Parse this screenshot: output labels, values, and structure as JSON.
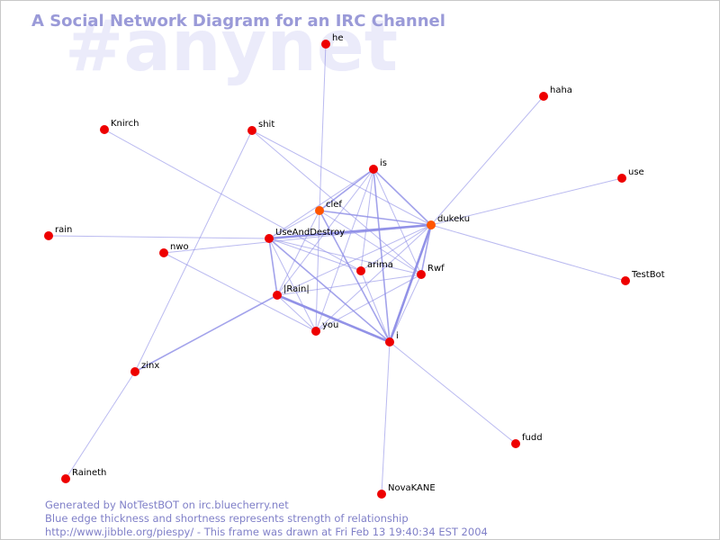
{
  "watermark": "#anynet",
  "title": "A Social Network Diagram for an IRC Channel",
  "footer": {
    "line1": "Generated by NotTestBOT on irc.bluecherry.net",
    "line2": "Blue edge thickness and shortness represents strength of relationship",
    "line3": "http://www.jibble.org/piespy/ - This frame was drawn at Fri Feb 13 19:40:34 EST 2004"
  },
  "colors": {
    "edge": "#8c8ce6",
    "node": "#ee0000",
    "node_active": "#ff5500",
    "title": "#9a9ad8",
    "watermark": "#ebebfa"
  },
  "nodes": [
    {
      "id": "he",
      "label": "he"
    },
    {
      "id": "haha",
      "label": "haha"
    },
    {
      "id": "Knirch",
      "label": "Knirch"
    },
    {
      "id": "shit",
      "label": "shit"
    },
    {
      "id": "is",
      "label": "is"
    },
    {
      "id": "use",
      "label": "use"
    },
    {
      "id": "clef",
      "label": "clef"
    },
    {
      "id": "dukeku",
      "label": "dukeku"
    },
    {
      "id": "rain",
      "label": "rain"
    },
    {
      "id": "UseAndDestroy",
      "label": "UseAndDestroy"
    },
    {
      "id": "nwo",
      "label": "nwo"
    },
    {
      "id": "arima",
      "label": "arima"
    },
    {
      "id": "Rwf",
      "label": "Rwf"
    },
    {
      "id": "TestBot",
      "label": "TestBot"
    },
    {
      "id": "Rain",
      "label": "|Rain|"
    },
    {
      "id": "you",
      "label": "you"
    },
    {
      "id": "i",
      "label": "i"
    },
    {
      "id": "zinx",
      "label": "zinx"
    },
    {
      "id": "fudd",
      "label": "fudd"
    },
    {
      "id": "Raineth",
      "label": "Raineth"
    },
    {
      "id": "NovaKANE",
      "label": "NovaKANE"
    }
  ],
  "edges": [
    {
      "source": "he",
      "target": "clef",
      "weight": 1
    },
    {
      "source": "haha",
      "target": "dukeku",
      "weight": 1
    },
    {
      "source": "Knirch",
      "target": "arima",
      "weight": 1
    },
    {
      "source": "shit",
      "target": "zinx",
      "weight": 1
    },
    {
      "source": "shit",
      "target": "dukeku",
      "weight": 1
    },
    {
      "source": "shit",
      "target": "Rwf",
      "weight": 1
    },
    {
      "source": "use",
      "target": "dukeku",
      "weight": 1
    },
    {
      "source": "TestBot",
      "target": "dukeku",
      "weight": 1
    },
    {
      "source": "rain",
      "target": "UseAndDestroy",
      "weight": 1
    },
    {
      "source": "nwo",
      "target": "dukeku",
      "weight": 1
    },
    {
      "source": "nwo",
      "target": "you",
      "weight": 1
    },
    {
      "source": "zinx",
      "target": "Raineth",
      "weight": 1
    },
    {
      "source": "zinx",
      "target": "Rain",
      "weight": 2
    },
    {
      "source": "fudd",
      "target": "i",
      "weight": 1
    },
    {
      "source": "NovaKANE",
      "target": "i",
      "weight": 1
    },
    {
      "source": "is",
      "target": "clef",
      "weight": 2
    },
    {
      "source": "is",
      "target": "dukeku",
      "weight": 2
    },
    {
      "source": "is",
      "target": "UseAndDestroy",
      "weight": 1
    },
    {
      "source": "is",
      "target": "Rain",
      "weight": 1
    },
    {
      "source": "is",
      "target": "you",
      "weight": 1
    },
    {
      "source": "is",
      "target": "i",
      "weight": 2
    },
    {
      "source": "is",
      "target": "Rwf",
      "weight": 1
    },
    {
      "source": "is",
      "target": "arima",
      "weight": 1
    },
    {
      "source": "clef",
      "target": "dukeku",
      "weight": 2
    },
    {
      "source": "clef",
      "target": "UseAndDestroy",
      "weight": 1
    },
    {
      "source": "clef",
      "target": "Rain",
      "weight": 1
    },
    {
      "source": "clef",
      "target": "you",
      "weight": 1
    },
    {
      "source": "clef",
      "target": "i",
      "weight": 2
    },
    {
      "source": "clef",
      "target": "Rwf",
      "weight": 1
    },
    {
      "source": "dukeku",
      "target": "UseAndDestroy",
      "weight": 3
    },
    {
      "source": "dukeku",
      "target": "i",
      "weight": 3
    },
    {
      "source": "dukeku",
      "target": "Rwf",
      "weight": 2
    },
    {
      "source": "dukeku",
      "target": "Rain",
      "weight": 1
    },
    {
      "source": "dukeku",
      "target": "you",
      "weight": 1
    },
    {
      "source": "dukeku",
      "target": "arima",
      "weight": 1
    },
    {
      "source": "UseAndDestroy",
      "target": "Rain",
      "weight": 2
    },
    {
      "source": "UseAndDestroy",
      "target": "i",
      "weight": 2
    },
    {
      "source": "UseAndDestroy",
      "target": "Rwf",
      "weight": 1
    },
    {
      "source": "UseAndDestroy",
      "target": "arima",
      "weight": 1
    },
    {
      "source": "UseAndDestroy",
      "target": "you",
      "weight": 1
    },
    {
      "source": "Rain",
      "target": "i",
      "weight": 3
    },
    {
      "source": "Rain",
      "target": "Rwf",
      "weight": 1
    },
    {
      "source": "Rain",
      "target": "you",
      "weight": 1
    },
    {
      "source": "i",
      "target": "Rwf",
      "weight": 1
    },
    {
      "source": "i",
      "target": "arima",
      "weight": 1
    },
    {
      "source": "you",
      "target": "Rwf",
      "weight": 1
    }
  ]
}
